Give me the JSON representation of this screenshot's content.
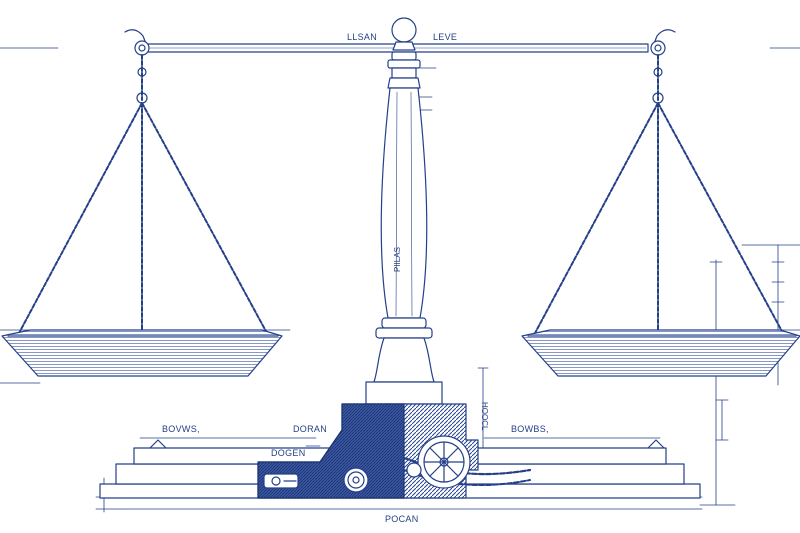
{
  "colors": {
    "ink": "#24408a",
    "ink_dark": "#1d3472",
    "hatch_fill": "#3d5aa3",
    "paper": "#ffffff"
  },
  "labels": {
    "top_left": "LLSAN",
    "top_right": "LEVE",
    "pillar": "PIILAS",
    "side_right": "HOOCL",
    "base_left": "BOVWS,",
    "base_mid_upper": "DORAN",
    "base_mid_lower": "DOGEN",
    "base_right": "BOWBS,",
    "bottom": "POCAN"
  },
  "icons": {
    "gear": "gear-icon",
    "wheel": "wheel-icon",
    "chain": "chain-icon"
  }
}
